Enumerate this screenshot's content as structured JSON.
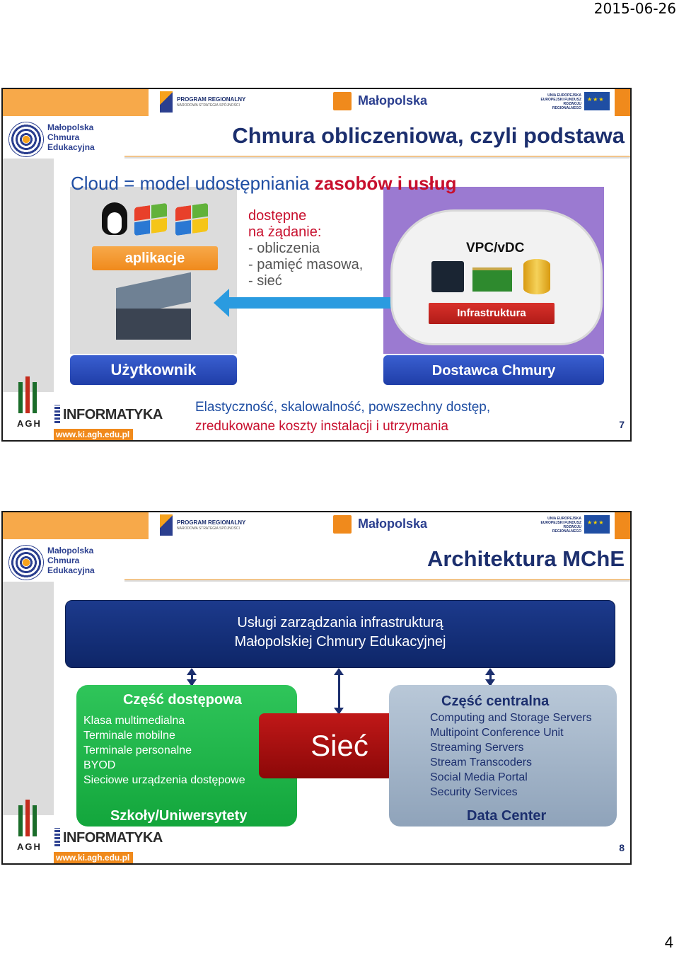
{
  "date": "2015-06-26",
  "page_number": "4",
  "header": {
    "program": "PROGRAM REGIONALNY",
    "program_sub": "NARODOWA STRATEGIA SPÓJNOŚCI",
    "malopolska": "Małopolska",
    "eu_line1": "UNIA EUROPEJSKA",
    "eu_line2": "EUROPEJSKI FUNDUSZ",
    "eu_line3": "ROZWOJU REGIONALNEGO",
    "logo_line1": "Małopolska",
    "logo_line2": "Chmura",
    "logo_line3": "Edukacyjna"
  },
  "footer": {
    "agh": "AGH",
    "informatyka": "INFORMATYKA",
    "www": "www.ki.agh.edu.pl"
  },
  "slide1": {
    "title": "Chmura obliczeniowa, czyli podstawa",
    "cloud_eq_plain": "Cloud = model udostępniania ",
    "cloud_eq_highlight": "zasobów i usług",
    "apps_button": "aplikacje",
    "avail_line1": "dostępne",
    "avail_line2": "na żądanie:",
    "avail_line3": "- obliczenia",
    "avail_line4": "- pamięć masowa,",
    "avail_line5": "- sieć",
    "vpc": "VPC/vDC",
    "infra_button": "Infrastruktura",
    "user_bar": "Użytkownik",
    "provider_bar": "Dostawca Chmury",
    "tagline1": "Elastyczność, skalowalność, powszechny dostęp,",
    "tagline2": "zredukowane koszty instalacji i utrzymania",
    "slide_no": "7"
  },
  "slide2": {
    "title": "Architektura MChE",
    "top_line1": "Usługi zarządzania infrastrukturą",
    "top_line2": "Małopolskiej Chmury Edukacyjnej",
    "access_title": "Część dostępowa",
    "access_items": [
      "Klasa multimedialna",
      "Terminale mobilne",
      "Terminale personalne",
      "BYOD",
      "Sieciowe urządzenia dostępowe"
    ],
    "access_footer": "Szkoły/Uniwersytety",
    "network": "Sieć",
    "central_title": "Część centralna",
    "central_items": [
      "Computing and Storage Servers",
      "Multipoint Conference Unit",
      "Streaming Servers",
      "Stream Transcoders",
      "Social Media Portal",
      "Security Services"
    ],
    "central_footer": "Data Center",
    "slide_no": "8"
  },
  "colors": {
    "navy": "#1c2f6e",
    "orange": "#f08a1c",
    "red": "#c8102e",
    "green": "#13a63c",
    "blue": "#1f4ea3"
  }
}
